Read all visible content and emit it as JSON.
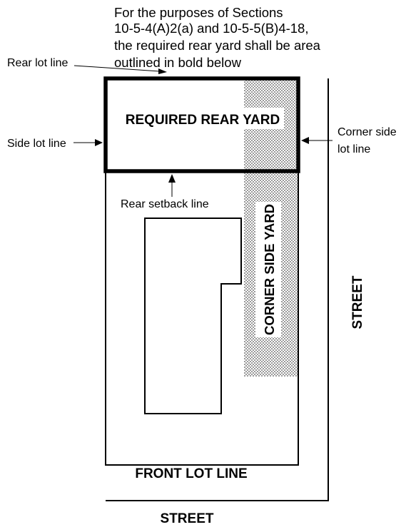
{
  "title_lines": [
    "For the purposes of Sections",
    "10-5-4(A)2(a) and 10-5-5(B)4-18,",
    "the required rear yard shall be area",
    "outlined in bold below"
  ],
  "labels": {
    "rear_lot_line": "Rear lot line",
    "side_lot_line": "Side lot line",
    "corner_side_lot_line_1": "Corner side",
    "corner_side_lot_line_2": "lot line",
    "rear_setback_line": "Rear setback line",
    "required_rear_yard": "REQUIRED REAR YARD",
    "corner_side_yard": "CORNER SIDE YARD",
    "front_lot_line": "FRONT LOT LINE",
    "street_right": "STREET",
    "street_bottom": "STREET"
  },
  "colors": {
    "ink": "#000000",
    "hatch": "#bdbdbd",
    "background": "#ffffff"
  }
}
